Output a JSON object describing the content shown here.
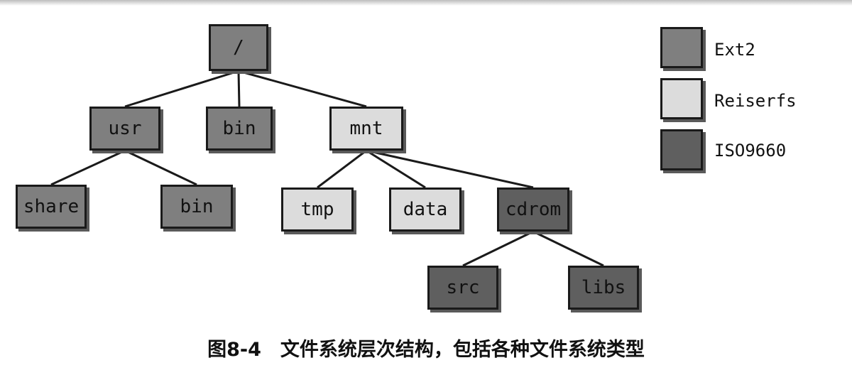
{
  "colors": {
    "Ext2": "#7f7f7f",
    "Reiserfs": "#dcdcdc",
    "ISO9660": "#5f5f5f"
  },
  "tree": {
    "nodes": [
      {
        "id": "root",
        "label": "/",
        "fs": "Ext2"
      },
      {
        "id": "usr",
        "label": "usr",
        "fs": "Ext2"
      },
      {
        "id": "bin1",
        "label": "bin",
        "fs": "Ext2"
      },
      {
        "id": "mnt",
        "label": "mnt",
        "fs": "Reiserfs"
      },
      {
        "id": "share",
        "label": "share",
        "fs": "Ext2"
      },
      {
        "id": "bin2",
        "label": "bin",
        "fs": "Ext2"
      },
      {
        "id": "tmp",
        "label": "tmp",
        "fs": "Reiserfs"
      },
      {
        "id": "data",
        "label": "data",
        "fs": "Reiserfs"
      },
      {
        "id": "cdrom",
        "label": "cdrom",
        "fs": "ISO9660"
      },
      {
        "id": "src",
        "label": "src",
        "fs": "ISO9660"
      },
      {
        "id": "libs",
        "label": "libs",
        "fs": "ISO9660"
      }
    ],
    "edges": [
      [
        "root",
        "usr"
      ],
      [
        "root",
        "bin1"
      ],
      [
        "root",
        "mnt"
      ],
      [
        "usr",
        "share"
      ],
      [
        "usr",
        "bin2"
      ],
      [
        "mnt",
        "tmp"
      ],
      [
        "mnt",
        "data"
      ],
      [
        "mnt",
        "cdrom"
      ],
      [
        "cdrom",
        "src"
      ],
      [
        "cdrom",
        "libs"
      ]
    ]
  },
  "legend": [
    {
      "label": "Ext2"
    },
    {
      "label": "Reiserfs"
    },
    {
      "label": "ISO9660"
    }
  ],
  "caption": "图8-4　文件系统层次结构，包括各种文件系统类型"
}
